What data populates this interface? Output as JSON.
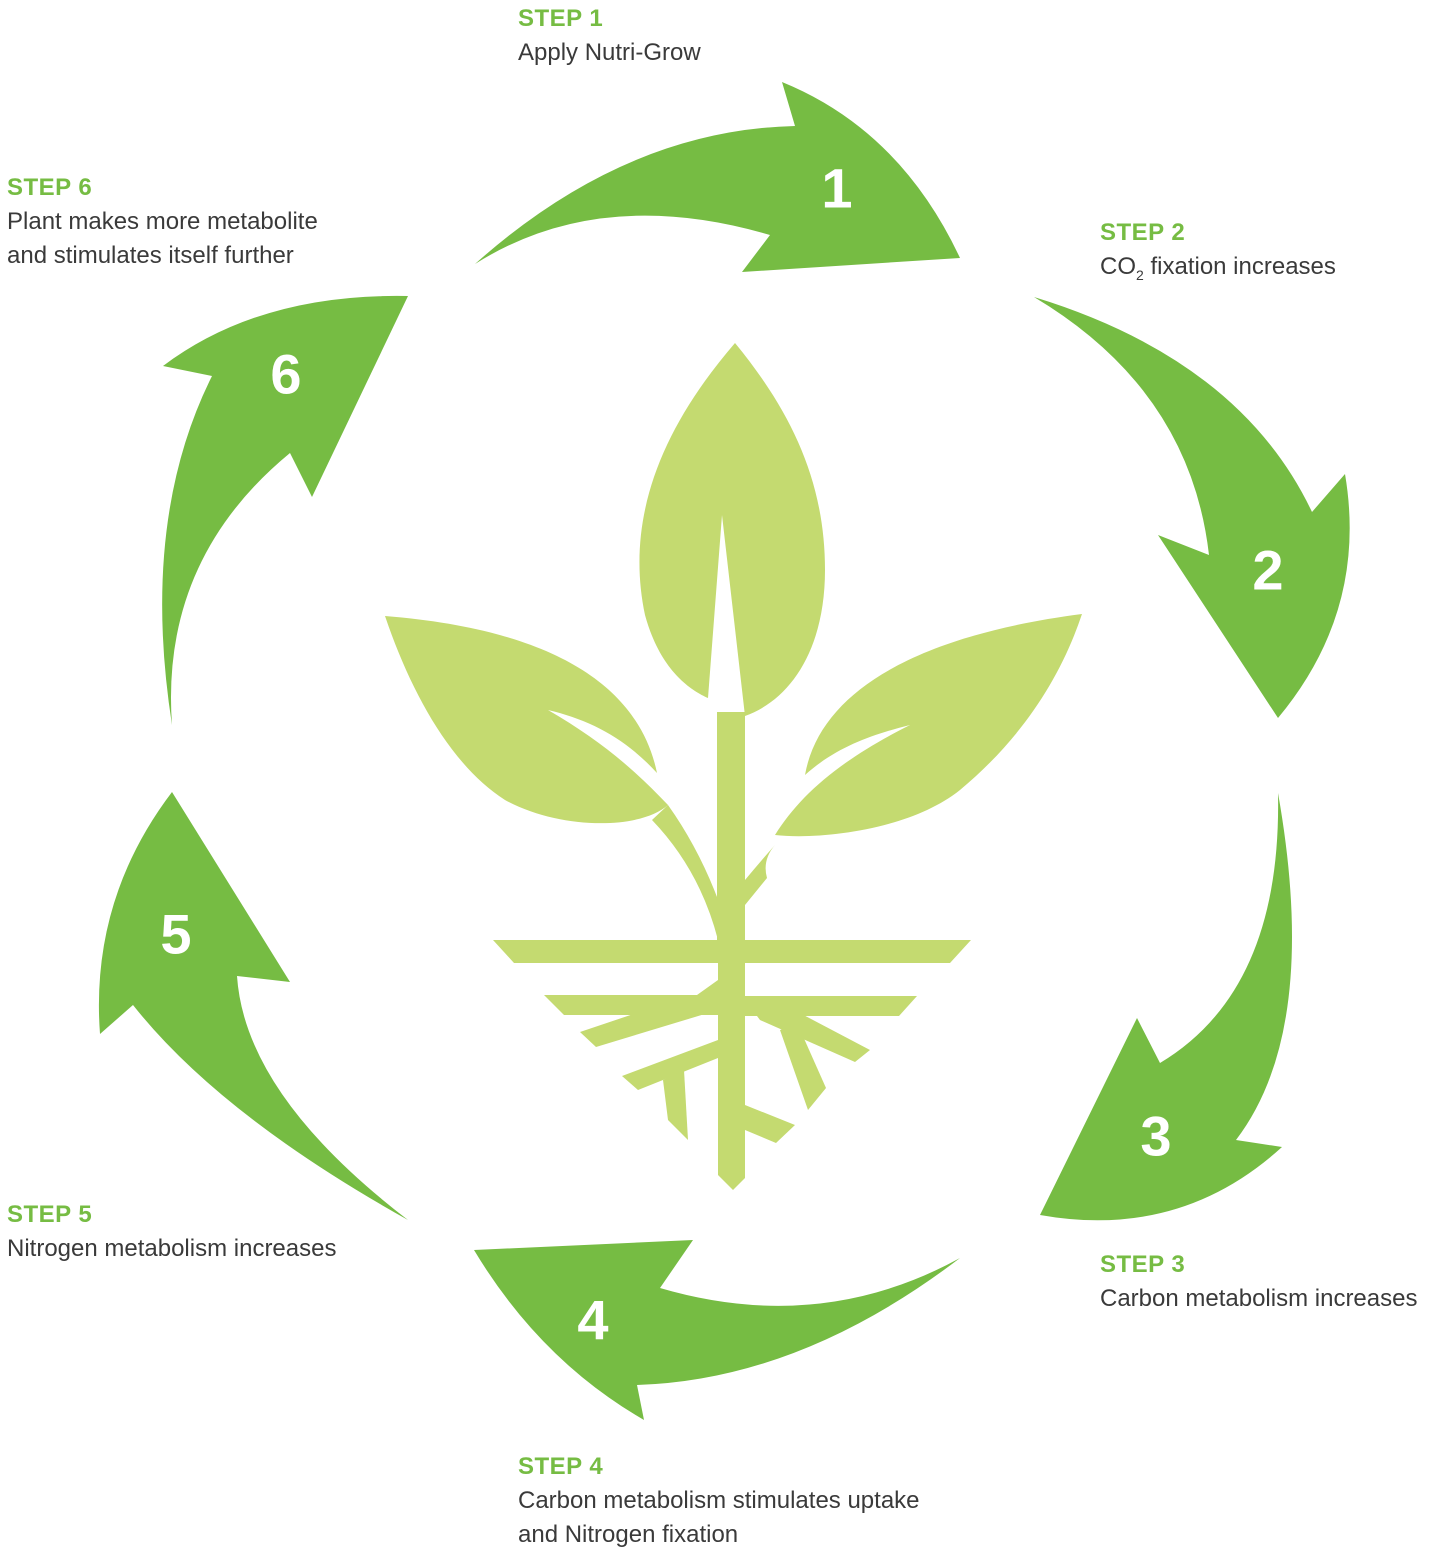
{
  "colors": {
    "arrow_green": "#76bc43",
    "plant_green": "#c4da70",
    "title_green": "#76bc43",
    "text": "#3a3a3a"
  },
  "steps": [
    {
      "title": "STEP 1",
      "desc": "Apply Nutri-Grow",
      "number": "1"
    },
    {
      "title": "STEP 2",
      "desc_before": "CO",
      "desc_sub": "2",
      "desc_after": " fixation increases",
      "number": "2"
    },
    {
      "title": "STEP 3",
      "desc": "Carbon metabolism increases",
      "number": "3"
    },
    {
      "title": "STEP 4",
      "desc_line1": "Carbon metabolism stimulates uptake",
      "desc_line2": "and Nitrogen fixation",
      "number": "4"
    },
    {
      "title": "STEP 5",
      "desc": "Nitrogen metabolism increases",
      "number": "5"
    },
    {
      "title": "STEP 6",
      "desc_line1": "Plant makes more metabolite",
      "desc_line2": "and stimulates itself further",
      "number": "6"
    }
  ],
  "center_icon": "plant-sprout-with-roots-icon",
  "arrow_icon": "curved-cycle-arrow-icon"
}
